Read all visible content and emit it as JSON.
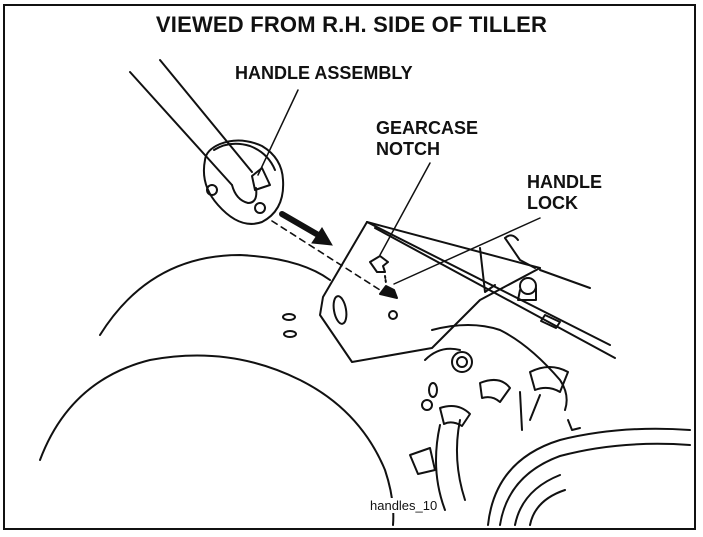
{
  "diagram": {
    "title": "VIEWED FROM R.H. SIDE OF TILLER",
    "labels": {
      "handle_assembly": "HANDLE ASSEMBLY",
      "gearcase_notch_line1": "GEARCASE",
      "gearcase_notch_line2": "NOTCH",
      "handle_lock_line1": "HANDLE",
      "handle_lock_line2": "LOCK"
    },
    "figure_id": "handles_10"
  }
}
